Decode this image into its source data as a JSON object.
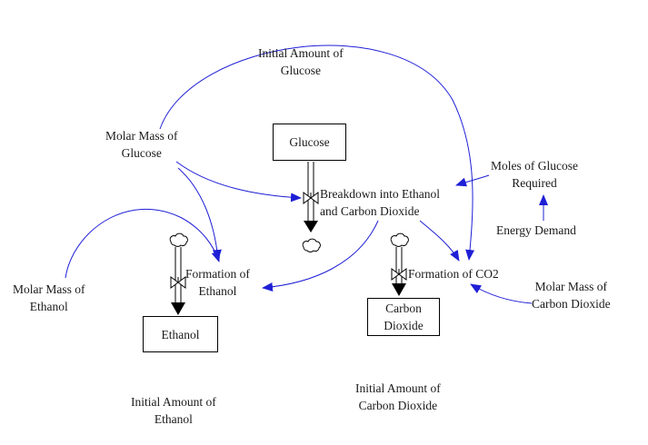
{
  "stocks": {
    "glucose": [
      "Glucose"
    ],
    "ethanol": [
      "Ethanol"
    ],
    "co2": [
      "Carbon",
      "Dioxide"
    ]
  },
  "flows": {
    "breakdown": [
      "Breakdown into Ethanol",
      "and Carbon Dioxide"
    ],
    "formation_ethanol": [
      "Formation of",
      "Ethanol"
    ],
    "formation_co2": [
      "Formation of CO2"
    ]
  },
  "variables": {
    "initial_glucose": [
      "Initial Amount of",
      "Glucose"
    ],
    "molar_mass_glucose": [
      "Molar Mass of",
      "Glucose"
    ],
    "moles_glucose_required": [
      "Moles of Glucose",
      "Required"
    ],
    "energy_demand": [
      "Energy Demand"
    ],
    "molar_mass_ethanol": [
      "Molar Mass of",
      "Ethanol"
    ],
    "molar_mass_co2": [
      "Molar Mass of",
      "Carbon Dioxide"
    ],
    "initial_ethanol": [
      "Initial Amount of",
      "Ethanol"
    ],
    "initial_co2": [
      "Initial Amount of",
      "Carbon Dioxide"
    ]
  },
  "colors": {
    "link": "#1f1fd6",
    "outline": "#000000"
  }
}
